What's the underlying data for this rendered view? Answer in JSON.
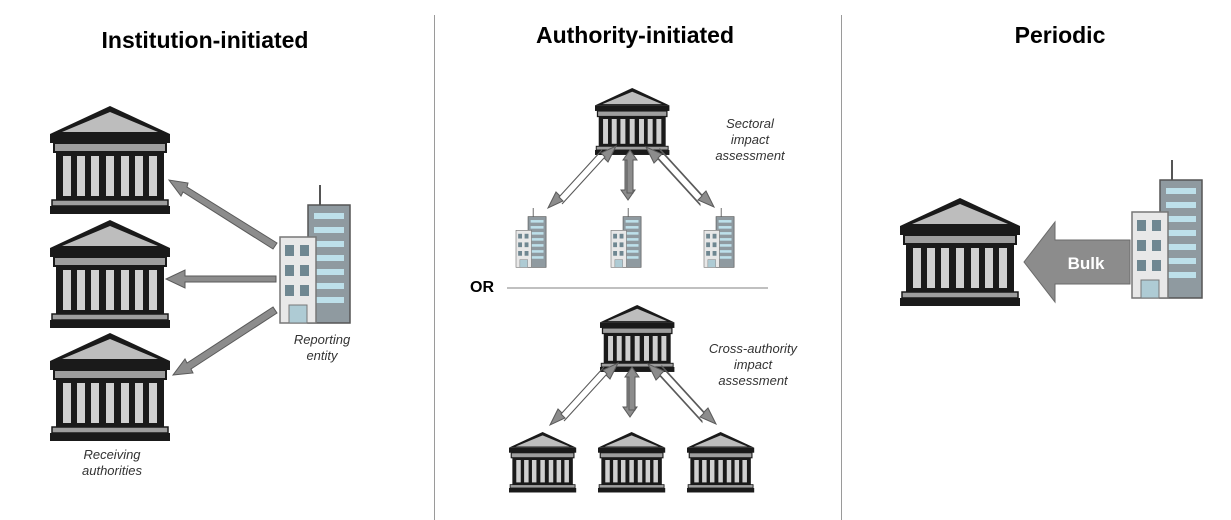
{
  "panels": {
    "institution": {
      "title": "Institution-initiated",
      "reporting_label": "Reporting\nentity",
      "receiving_label": "Receiving\nauthorities"
    },
    "authority": {
      "title": "Authority-initiated",
      "sectoral_label": "Sectoral\nimpact\nassessment",
      "or_label": "OR",
      "cross_label": "Cross-authority\nimpact\nassessment"
    },
    "periodic": {
      "title": "Periodic",
      "bulk_label": "Bulk"
    }
  },
  "colors": {
    "building_dark": "#1a1a1a",
    "building_fill": "#b8b8b8",
    "arrow_fill": "#8c8c8c",
    "divider": "#9a9a9a"
  }
}
